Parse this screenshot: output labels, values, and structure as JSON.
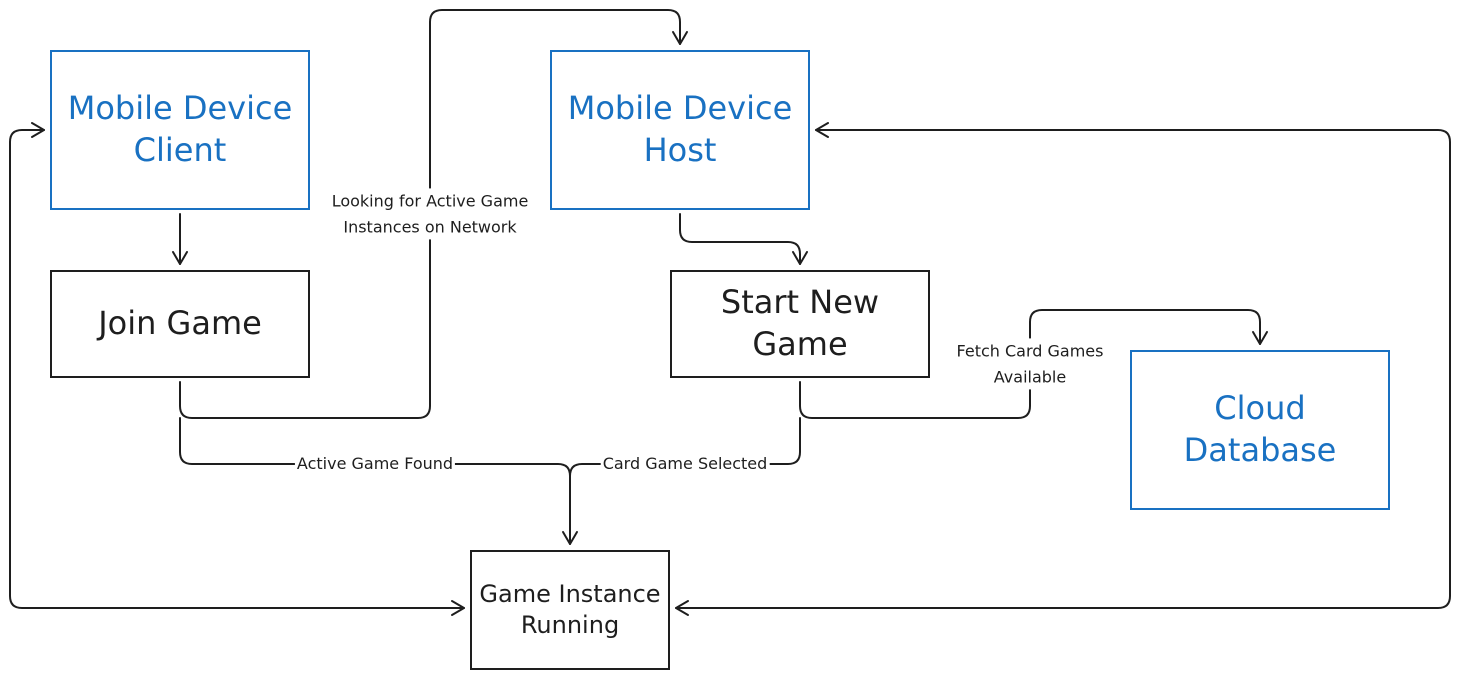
{
  "colors": {
    "stroke": "#1e1e1e",
    "accent": "#1971c2",
    "background": "#ffffff"
  },
  "nodes": {
    "mobile_client": "Mobile Device Client",
    "mobile_host": "Mobile Device Host",
    "join_game": "Join Game",
    "start_new_game": "Start New Game",
    "cloud_database": "Cloud Database",
    "game_instance": "Game Instance Running"
  },
  "edges": {
    "looking": "Looking for Active Game\nInstances on Network",
    "fetch": "Fetch Card Games\nAvailable",
    "found": "Active Game Found",
    "selected": "Card Game Selected"
  }
}
